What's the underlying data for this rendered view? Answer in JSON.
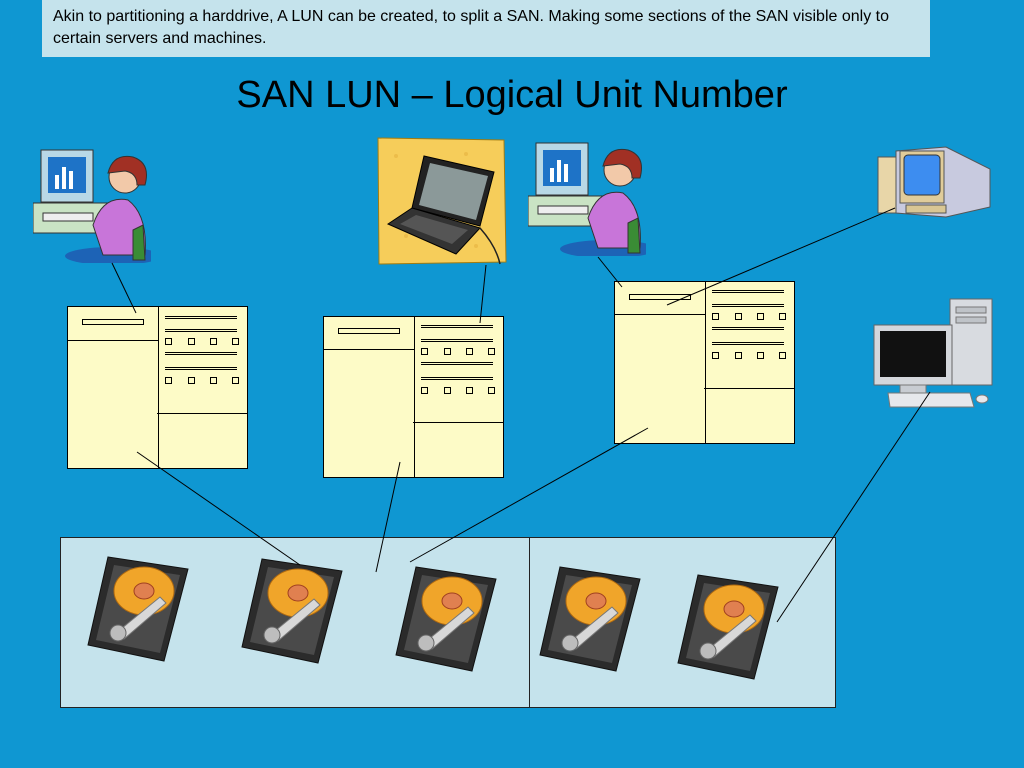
{
  "note": {
    "text": "Akin to partitioning a harddrive, A LUN can be created, to split a SAN. Making some sections of the SAN visible only to certain servers and machines."
  },
  "title": "SAN LUN – Logical Unit Number",
  "clients": [
    {
      "icon": "woman-at-computer-icon"
    },
    {
      "icon": "laptop-icon"
    },
    {
      "icon": "woman-at-computer-icon"
    },
    {
      "icon": "desktop-computer-icon"
    },
    {
      "icon": "desktop-computer-icon"
    }
  ],
  "lun_tables": [
    {
      "icon": "lun-table-icon"
    },
    {
      "icon": "lun-table-icon"
    },
    {
      "icon": "lun-table-icon"
    }
  ],
  "storage": {
    "disks": 5,
    "icon": "hard-drive-icon"
  },
  "colors": {
    "background": "#0f97d2",
    "panel": "#c5e3ec",
    "table_fill": "#fdfbc7"
  }
}
